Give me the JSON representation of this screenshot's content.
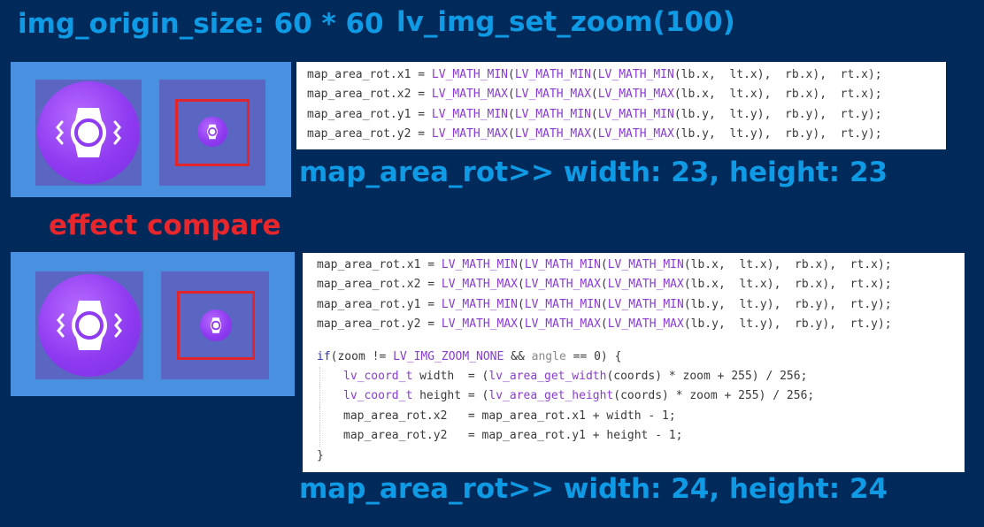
{
  "headings": {
    "origin_size": "img_origin_size: 60 * 60",
    "zoom": "lv_img_set_zoom(100)",
    "effect": "effect compare",
    "size_top": "map_area_rot>> width: 23, height: 23",
    "size_bottom": "map_area_rot>> width: 24, height: 24"
  },
  "code_top": [
    [
      {
        "t": "map_area_rot.x1 = ",
        "c": "tx"
      },
      {
        "t": "LV_MATH_MIN",
        "c": "fn"
      },
      {
        "t": "(",
        "c": "tx"
      },
      {
        "t": "LV_MATH_MIN",
        "c": "fn"
      },
      {
        "t": "(",
        "c": "tx"
      },
      {
        "t": "LV_MATH_MIN",
        "c": "fn"
      },
      {
        "t": "(lb.x,  lt.x),  rb.x),  rt.x);",
        "c": "tx"
      }
    ],
    [
      {
        "t": "map_area_rot.x2 = ",
        "c": "tx"
      },
      {
        "t": "LV_MATH_MAX",
        "c": "fn"
      },
      {
        "t": "(",
        "c": "tx"
      },
      {
        "t": "LV_MATH_MAX",
        "c": "fn"
      },
      {
        "t": "(",
        "c": "tx"
      },
      {
        "t": "LV_MATH_MAX",
        "c": "fn"
      },
      {
        "t": "(lb.x,  lt.x),  rb.x),  rt.x);",
        "c": "tx"
      }
    ],
    [
      {
        "t": "map_area_rot.y1 = ",
        "c": "tx"
      },
      {
        "t": "LV_MATH_MIN",
        "c": "fn"
      },
      {
        "t": "(",
        "c": "tx"
      },
      {
        "t": "LV_MATH_MIN",
        "c": "fn"
      },
      {
        "t": "(",
        "c": "tx"
      },
      {
        "t": "LV_MATH_MIN",
        "c": "fn"
      },
      {
        "t": "(lb.y,  lt.y),  rb.y),  rt.y);",
        "c": "tx"
      }
    ],
    [
      {
        "t": "map_area_rot.y2 = ",
        "c": "tx"
      },
      {
        "t": "LV_MATH_MAX",
        "c": "fn"
      },
      {
        "t": "(",
        "c": "tx"
      },
      {
        "t": "LV_MATH_MAX",
        "c": "fn"
      },
      {
        "t": "(",
        "c": "tx"
      },
      {
        "t": "LV_MATH_MAX",
        "c": "fn"
      },
      {
        "t": "(lb.y,  lt.y),  rb.y),  rt.y);",
        "c": "tx"
      }
    ]
  ],
  "code_bottom": [
    [
      {
        "t": "map_area_rot.x1 = ",
        "c": "tx"
      },
      {
        "t": "LV_MATH_MIN",
        "c": "fn"
      },
      {
        "t": "(",
        "c": "tx"
      },
      {
        "t": "LV_MATH_MIN",
        "c": "fn"
      },
      {
        "t": "(",
        "c": "tx"
      },
      {
        "t": "LV_MATH_MIN",
        "c": "fn"
      },
      {
        "t": "(lb.x,  lt.x),  rb.x),  rt.x);",
        "c": "tx"
      }
    ],
    [
      {
        "t": "map_area_rot.x2 = ",
        "c": "tx"
      },
      {
        "t": "LV_MATH_MAX",
        "c": "fn"
      },
      {
        "t": "(",
        "c": "tx"
      },
      {
        "t": "LV_MATH_MAX",
        "c": "fn"
      },
      {
        "t": "(",
        "c": "tx"
      },
      {
        "t": "LV_MATH_MAX",
        "c": "fn"
      },
      {
        "t": "(lb.x,  lt.x),  rb.x),  rt.x);",
        "c": "tx"
      }
    ],
    [
      {
        "t": "map_area_rot.y1 = ",
        "c": "tx"
      },
      {
        "t": "LV_MATH_MIN",
        "c": "fn"
      },
      {
        "t": "(",
        "c": "tx"
      },
      {
        "t": "LV_MATH_MIN",
        "c": "fn"
      },
      {
        "t": "(",
        "c": "tx"
      },
      {
        "t": "LV_MATH_MIN",
        "c": "fn"
      },
      {
        "t": "(lb.y,  lt.y),  rb.y),  rt.y);",
        "c": "tx"
      }
    ],
    [
      {
        "t": "map_area_rot.y2 = ",
        "c": "tx"
      },
      {
        "t": "LV_MATH_MAX",
        "c": "fn"
      },
      {
        "t": "(",
        "c": "tx"
      },
      {
        "t": "LV_MATH_MAX",
        "c": "fn"
      },
      {
        "t": "(",
        "c": "tx"
      },
      {
        "t": "LV_MATH_MAX",
        "c": "fn"
      },
      {
        "t": "(lb.y,  lt.y),  rb.y),  rt.y);",
        "c": "tx"
      }
    ],
    [],
    [
      {
        "t": "if",
        "c": "kw"
      },
      {
        "t": "(zoom != ",
        "c": "tx"
      },
      {
        "t": "LV_IMG_ZOOM_NONE",
        "c": "fn"
      },
      {
        "t": " && ",
        "c": "tx"
      },
      {
        "t": "angle",
        "c": "cm"
      },
      {
        "t": " == 0) {",
        "c": "tx"
      }
    ],
    [
      {
        "t": "lv_coord_t",
        "c": "fn"
      },
      {
        "t": " width  = (",
        "c": "tx"
      },
      {
        "t": "lv_area_get_width",
        "c": "fn"
      },
      {
        "t": "(coords) * zoom + 255) / 256;",
        "c": "tx"
      }
    ],
    [
      {
        "t": "lv_coord_t",
        "c": "fn"
      },
      {
        "t": " height = (",
        "c": "tx"
      },
      {
        "t": "lv_area_get_height",
        "c": "fn"
      },
      {
        "t": "(coords) * zoom + 255) / 256;",
        "c": "tx"
      }
    ],
    [
      {
        "t": "map_area_rot.x2   = map_area_rot.x1 + width - 1;",
        "c": "tx"
      }
    ],
    [
      {
        "t": "map_area_rot.y2   = map_area_rot.y1 + height - 1;",
        "c": "tx"
      }
    ],
    [
      {
        "t": "}",
        "c": "tx"
      }
    ]
  ],
  "icons": {
    "watch": "watch-icon"
  },
  "colors": {
    "background": "#012a5a",
    "heading": "#0e9ae4",
    "effect": "#e8262b",
    "panel": "#4a90e0",
    "tile": "#5b65c2",
    "icon": "#8f3bf1",
    "highlight": "#e0262b"
  }
}
